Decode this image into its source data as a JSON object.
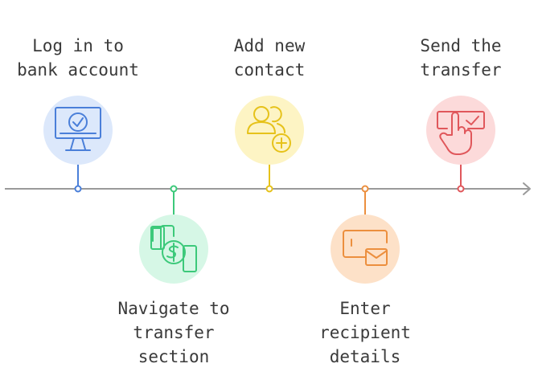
{
  "steps": [
    {
      "id": "login",
      "label": "Log in to\nbank account",
      "icon": "monitor-check-icon",
      "position": "above",
      "fill": "#dce8fb",
      "stroke": "#4a7fd9"
    },
    {
      "id": "navigate",
      "label": "Navigate to\ntransfer\nsection",
      "icon": "dollar-devices-icon",
      "position": "below",
      "fill": "#d6f7e6",
      "stroke": "#3cc97a"
    },
    {
      "id": "contact",
      "label": "Add new\ncontact",
      "icon": "add-contact-icon",
      "position": "above",
      "fill": "#fdf4c4",
      "stroke": "#e6c21a"
    },
    {
      "id": "recipient",
      "label": "Enter\nrecipient\ndetails",
      "icon": "card-mail-icon",
      "position": "below",
      "fill": "#fde1c8",
      "stroke": "#ec8f3e"
    },
    {
      "id": "send",
      "label": "Send the\ntransfer",
      "icon": "hand-tap-check-icon",
      "position": "above",
      "fill": "#fcdada",
      "stroke": "#e0575b"
    }
  ],
  "axis_color": "#9a9a9a"
}
